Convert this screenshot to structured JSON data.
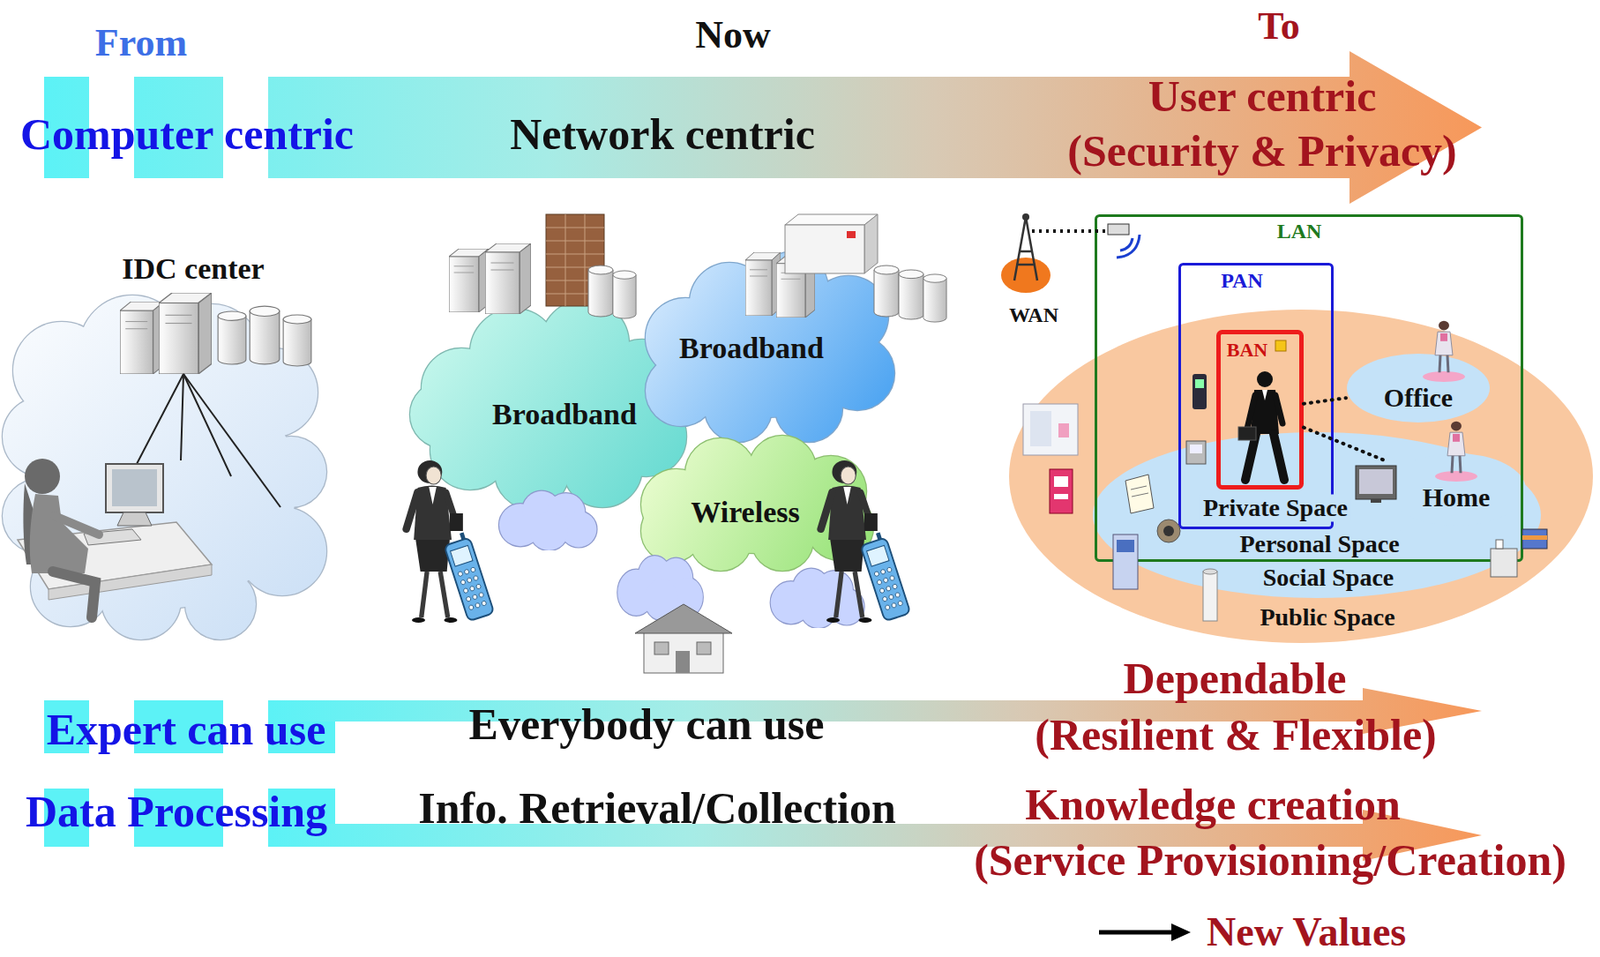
{
  "diagram": {
    "nodes": [
      {
        "text": [
          "Computer centric",
          "Network centric",
          "User centric",
          "(Security & Privacy)"
        ]
      },
      {
        "text": [
          "IDC center"
        ]
      },
      {
        "text": [
          "Broadband"
        ]
      },
      {
        "text": [
          "Broadband"
        ]
      },
      {
        "text": [
          "Wireless"
        ]
      },
      {
        "text": [
          "Public Space"
        ]
      },
      {
        "text": [
          "Private Space",
          "Personal Space",
          "Social Space"
        ],
        "in": 5
      },
      {
        "text": [
          "Office"
        ],
        "in": 5
      },
      {
        "text": [
          "Home"
        ],
        "in": 5
      },
      {
        "text": [
          "LAN"
        ]
      },
      {
        "text": [
          "PAN"
        ],
        "in": 9
      },
      {
        "text": [
          "BAN"
        ],
        "in": 10
      },
      {
        "text": [
          "Expert can use",
          "Everybody can use",
          "Dependable",
          "(Resilient & Flexible)"
        ]
      },
      {
        "text": [
          "Data Processing",
          "Info. Retrieval/Collection",
          "Knowledge creation",
          "(Service Provisioning/Creation)"
        ]
      }
    ],
    "edges": [
      {
        "from": 11,
        "to": 7,
        "arrow": "none"
      },
      {
        "from": 11,
        "to": 8,
        "arrow": "none"
      }
    ],
    "labels": [
      "From",
      "Now",
      "To",
      "WAN"
    ],
    "legend": [
      {
        "text": "New Values"
      }
    ]
  }
}
